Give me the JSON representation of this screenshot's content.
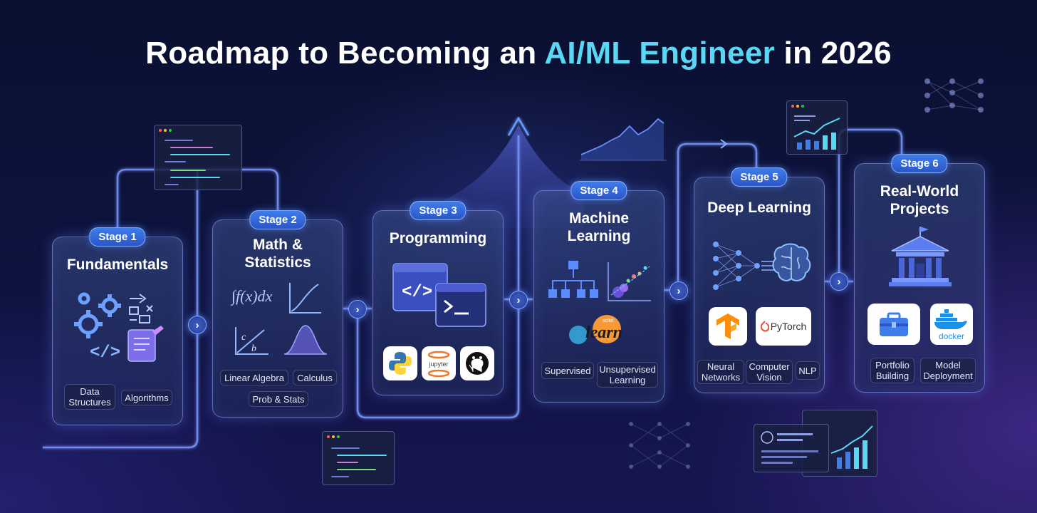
{
  "title": {
    "prefix": "Roadmap to Becoming an",
    "highlight": "AI/ML Engineer",
    "suffix": "in 2026"
  },
  "stages": [
    {
      "badge": "Stage 1",
      "title": "Fundamentals",
      "tags": [
        "Data Structures",
        "Algorithms"
      ]
    },
    {
      "badge": "Stage 2",
      "title": "Math & Statistics",
      "tags": [
        "Linear Algebra",
        "Calculus",
        "Prob & Stats"
      ],
      "formula": "∫f(x)dx",
      "fraction": {
        "num": "c",
        "den": "b"
      }
    },
    {
      "badge": "Stage 3",
      "title": "Programming",
      "logos": [
        "python-logo",
        "jupyter-logo",
        "github-logo"
      ],
      "logo_text": {
        "jupyter": "jupyter"
      }
    },
    {
      "badge": "Stage 4",
      "title": "Machine Learning",
      "logo_text": {
        "sklearn": "learn",
        "sklearn_small": "scikit"
      },
      "tags": [
        "Supervised",
        "Unsupervised Learning"
      ]
    },
    {
      "badge": "Stage 5",
      "title": "Deep Learning",
      "logo_text": {
        "pytorch": "PyTorch"
      },
      "tags": [
        "Neural Networks",
        "Computer Vision",
        "NLP"
      ]
    },
    {
      "badge": "Stage 6",
      "title": "Real-World Projects",
      "logo_text": {
        "docker": "docker"
      },
      "tags": [
        "Portfolio Building",
        "Model Deployment"
      ]
    }
  ],
  "colors": {
    "accent": "#5ad7f2",
    "badge": "#3f7dea",
    "line": "#7a96ff",
    "background": "#0e1440"
  }
}
